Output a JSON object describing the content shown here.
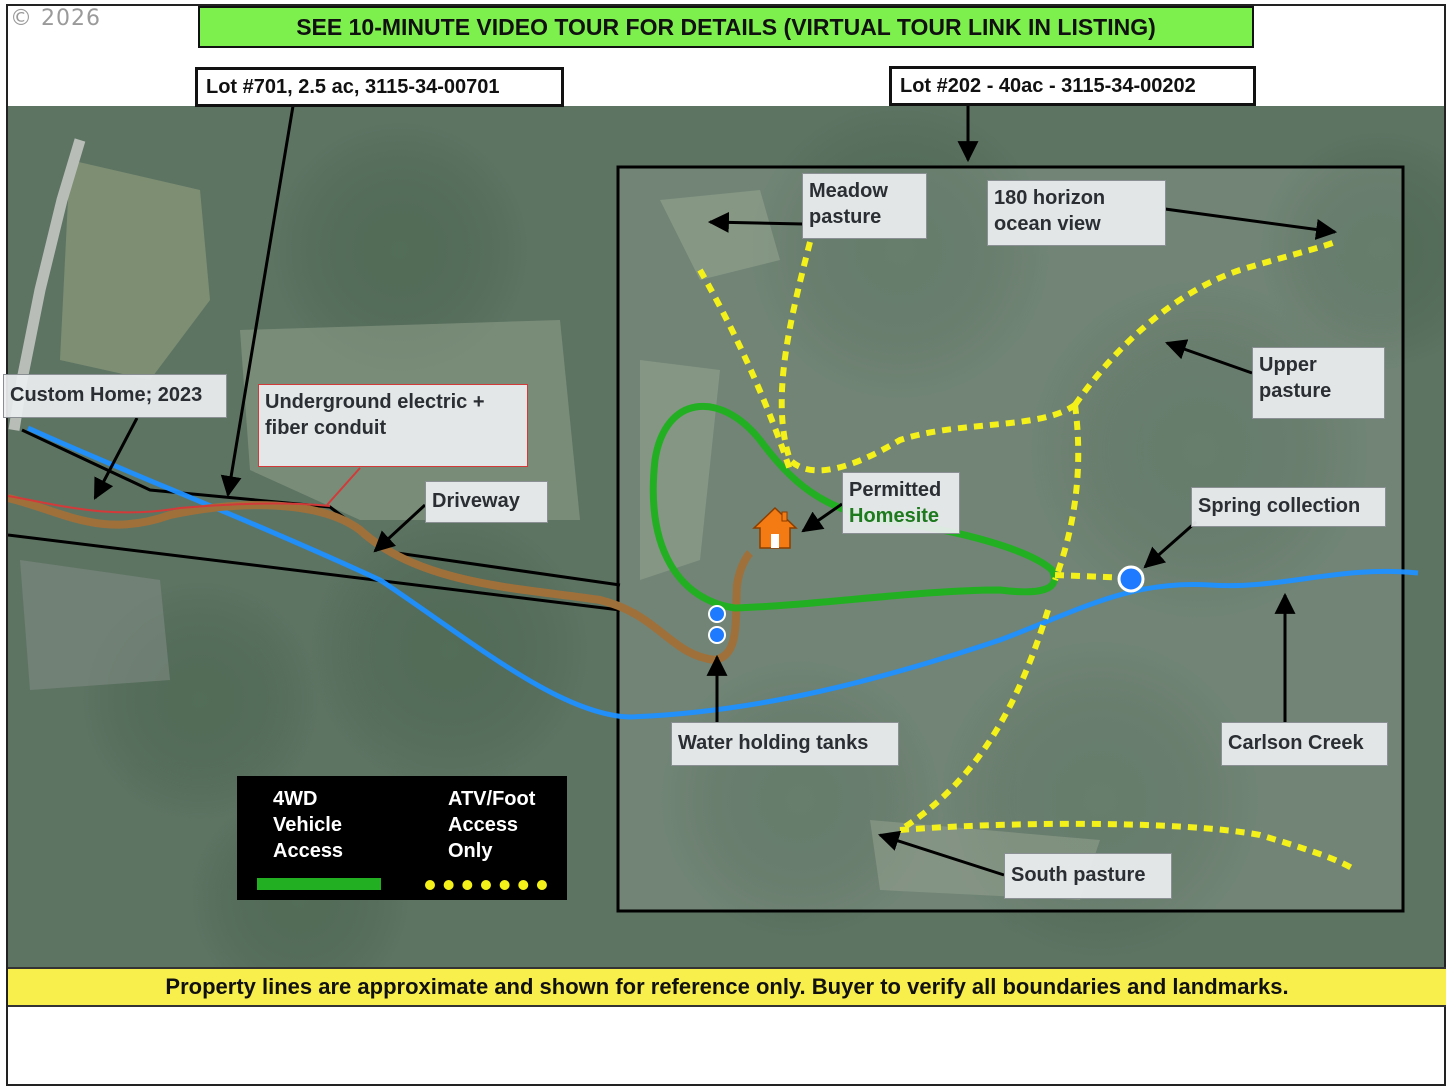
{
  "copyright": "© 2026",
  "banner": "SEE 10-MINUTE VIDEO TOUR FOR DETAILS (VIRTUAL TOUR LINK IN LISTING)",
  "lots": {
    "lot701": "Lot #701, 2.5 ac, 3115-34-00701",
    "lot202": "Lot #202 - 40ac  -  3115-34-00202"
  },
  "labels": {
    "meadow_pasture": [
      "Meadow",
      "pasture"
    ],
    "ocean_view": [
      "180 horizon",
      "ocean view"
    ],
    "upper_pasture": [
      "Upper",
      "pasture"
    ],
    "custom_home": "Custom Home; 2023",
    "electric": [
      "Underground electric +",
      "fiber conduit"
    ],
    "driveway": "Driveway",
    "homesite": [
      "Permitted",
      "Homesite"
    ],
    "spring": "Spring collection",
    "water_tanks": "Water holding tanks",
    "carlson_creek": "Carlson Creek",
    "south_pasture": "South pasture"
  },
  "legend": {
    "vehicle": [
      "4WD",
      "Vehicle",
      "Access"
    ],
    "atv": [
      "ATV/Foot",
      "Access",
      "Only"
    ]
  },
  "footer": "Property lines are approximate and shown for reference only. Buyer to verify all boundaries and landmarks.",
  "colors": {
    "banner_bg": "#7ef04e",
    "footer_bg": "#f8ef4c",
    "vehicle_track": "#22b022",
    "atv_trail": "#f4f019",
    "creek": "#1e90ff",
    "driveway": "#a0703a",
    "conduit": "#d23a3a",
    "house": "#f47a14"
  },
  "icons": [
    "house-icon",
    "water-tank-marker",
    "spring-marker",
    "arrow-icon"
  ]
}
